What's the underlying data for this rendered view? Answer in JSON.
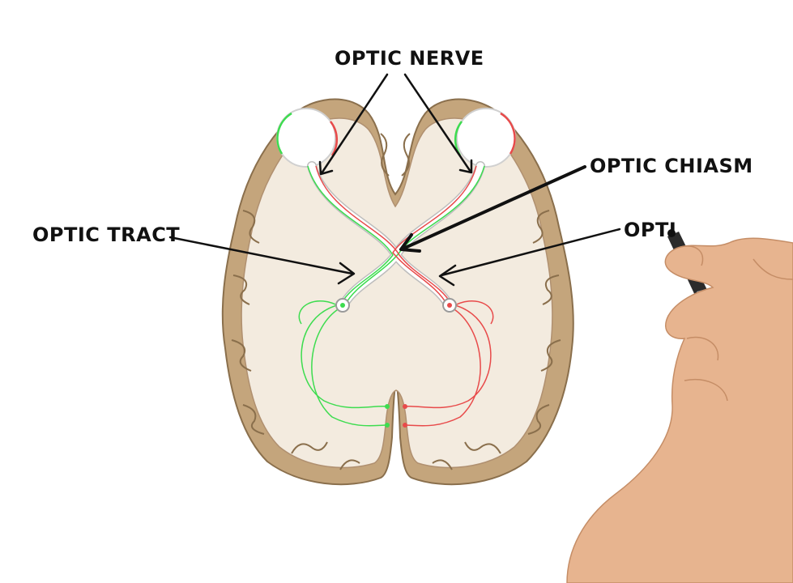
{
  "labels": {
    "optic_nerve": "OPTIC NERVE",
    "optic_chiasm": "OPTIC CHIASM",
    "optic_tract": "OPTIC TRACT",
    "partial_label": "OPTI"
  },
  "colors": {
    "cortex": "#c4a57c",
    "white_matter": "#f3ebdf",
    "left_pathway": "#3ddc4f",
    "right_pathway": "#e84a4a",
    "ink": "#111111"
  },
  "icons": {
    "hand": "hand-holding-marker"
  }
}
